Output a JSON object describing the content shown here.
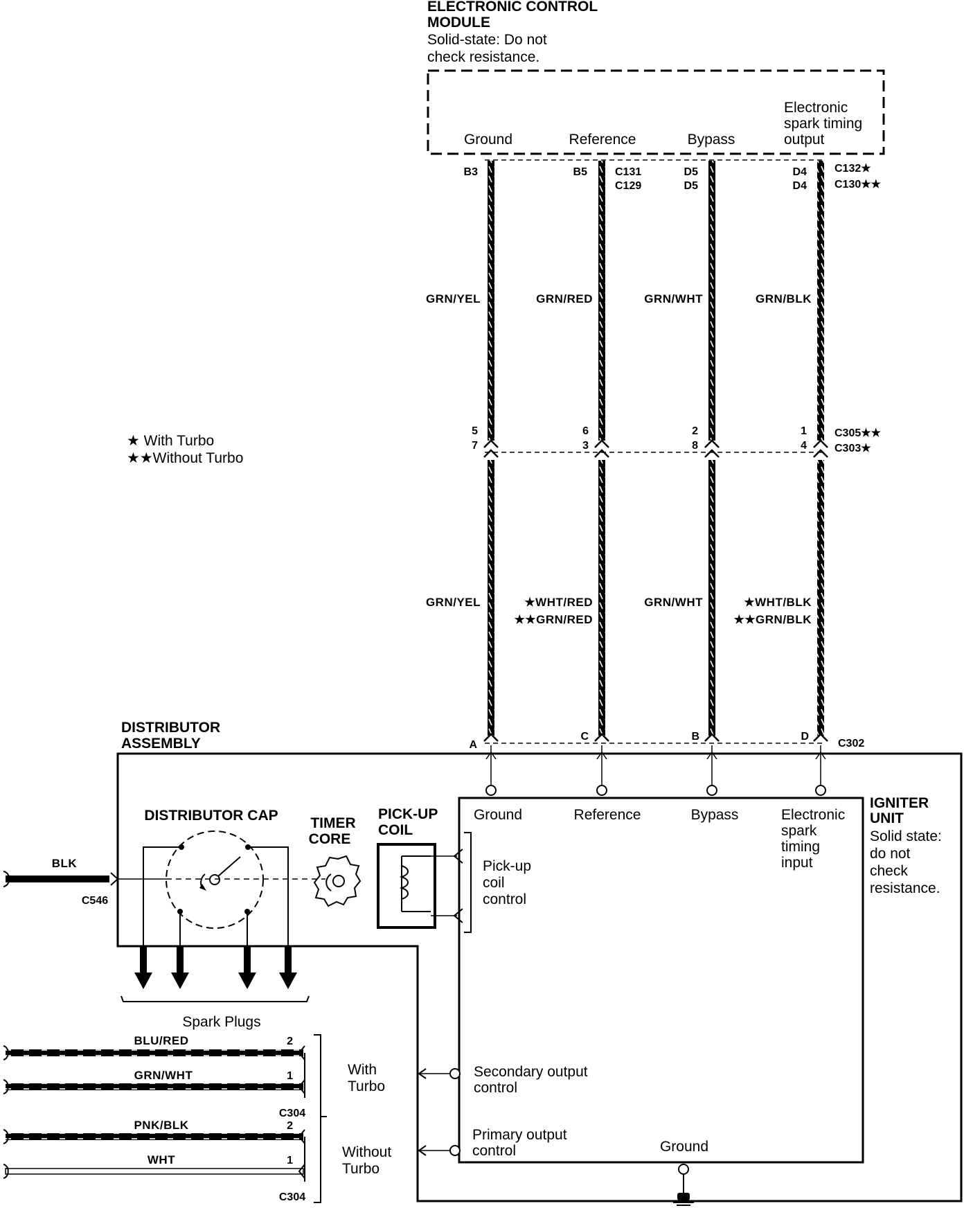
{
  "ecm": {
    "title_line1": "ELECTRONIC CONTROL",
    "title_line2": "MODULE",
    "note_line1": "Solid-state: Do not",
    "note_line2": "check resistance.",
    "terminals": [
      "Ground",
      "Reference",
      "Bypass"
    ],
    "esto_line1": "Electronic",
    "esto_line2": "spark timing",
    "esto_line3": "output"
  },
  "ecm_pins": {
    "ground": "B3",
    "reference": "B5",
    "bypass_top": "D5",
    "bypass_bottom": "D5",
    "esto_top": "D4",
    "esto_bottom": "D4",
    "ref_conn_top": "C131",
    "ref_conn_bottom": "C129",
    "esto_conn_top": "C132★",
    "esto_conn_bottom": "C130★★"
  },
  "upper_wires": [
    "GRN/YEL",
    "GRN/RED",
    "GRN/WHT",
    "GRN/BLK"
  ],
  "mid_connector": {
    "ground_top": "5",
    "ground_bottom": "7",
    "reference_top": "6",
    "reference_bottom": "3",
    "bypass_top": "2",
    "bypass_bottom": "8",
    "esto_top": "1",
    "esto_bottom": "4",
    "label_top": "C305★★",
    "label_bottom": "C303★"
  },
  "legend": {
    "line1": "★ With Turbo",
    "line2": "★★Without Turbo"
  },
  "lower_wires": {
    "ground": "GRN/YEL",
    "reference_line1": "★WHT/RED",
    "reference_line2": "★★GRN/RED",
    "bypass": "GRN/WHT",
    "esto_line1": "★WHT/BLK",
    "esto_line2": "★★GRN/BLK"
  },
  "distributor": {
    "title_line1": "DISTRIBUTOR",
    "title_line2": "ASSEMBLY",
    "pins": [
      "A",
      "C",
      "B",
      "D"
    ],
    "connector": "C302",
    "cap": "DISTRIBUTOR CAP",
    "timer_line1": "TIMER",
    "timer_line2": "CORE",
    "pickup_line1": "PICK-UP",
    "pickup_line2": "COIL",
    "input_wire": "BLK",
    "input_connector": "C546",
    "spark_plugs": "Spark Plugs"
  },
  "igniter": {
    "title_line1": "IGNITER",
    "title_line2": "UNIT",
    "note_line1": "Solid state:",
    "note_line2": "do not",
    "note_line3": "check",
    "note_line4": "resistance.",
    "terminals": [
      "Ground",
      "Reference",
      "Bypass"
    ],
    "esti_line1": "Electronic",
    "esti_line2": "spark",
    "esti_line3": "timing",
    "esti_line4": "input",
    "pickup_line1": "Pick-up",
    "pickup_line2": "coil",
    "pickup_line3": "control",
    "secondary_line1": "Secondary output",
    "secondary_line2": "control",
    "primary_line1": "Primary output",
    "primary_line2": "control",
    "ground_bottom": "Ground"
  },
  "output_wires": [
    {
      "color": "BLU/RED",
      "pin": "2"
    },
    {
      "color": "GRN/WHT",
      "pin": "1"
    },
    {
      "color": "PNK/BLK",
      "pin": "2"
    },
    {
      "color": "WHT",
      "pin": "1"
    }
  ],
  "output_connectors": [
    "C304",
    "C304"
  ],
  "output_groups": {
    "with_line1": "With",
    "with_line2": "Turbo",
    "without_line1": "Without",
    "without_line2": "Turbo"
  }
}
